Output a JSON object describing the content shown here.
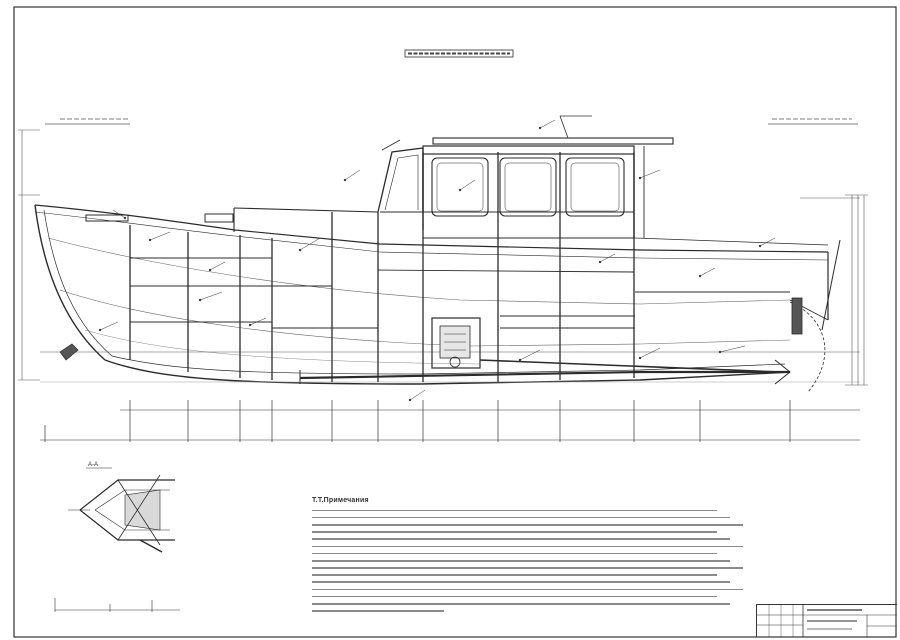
{
  "drawing": {
    "title": "",
    "section_label": "А-А",
    "notes_title": "Т.Т.Примечания",
    "notes_line_count": 15
  },
  "title_block": {
    "code": "",
    "name": "",
    "subtitle": ""
  },
  "colors": {
    "line": "#2b2b2b",
    "light_line": "#8c8c8c",
    "shade": "#d9d9d9",
    "paper": "#ffffff"
  }
}
